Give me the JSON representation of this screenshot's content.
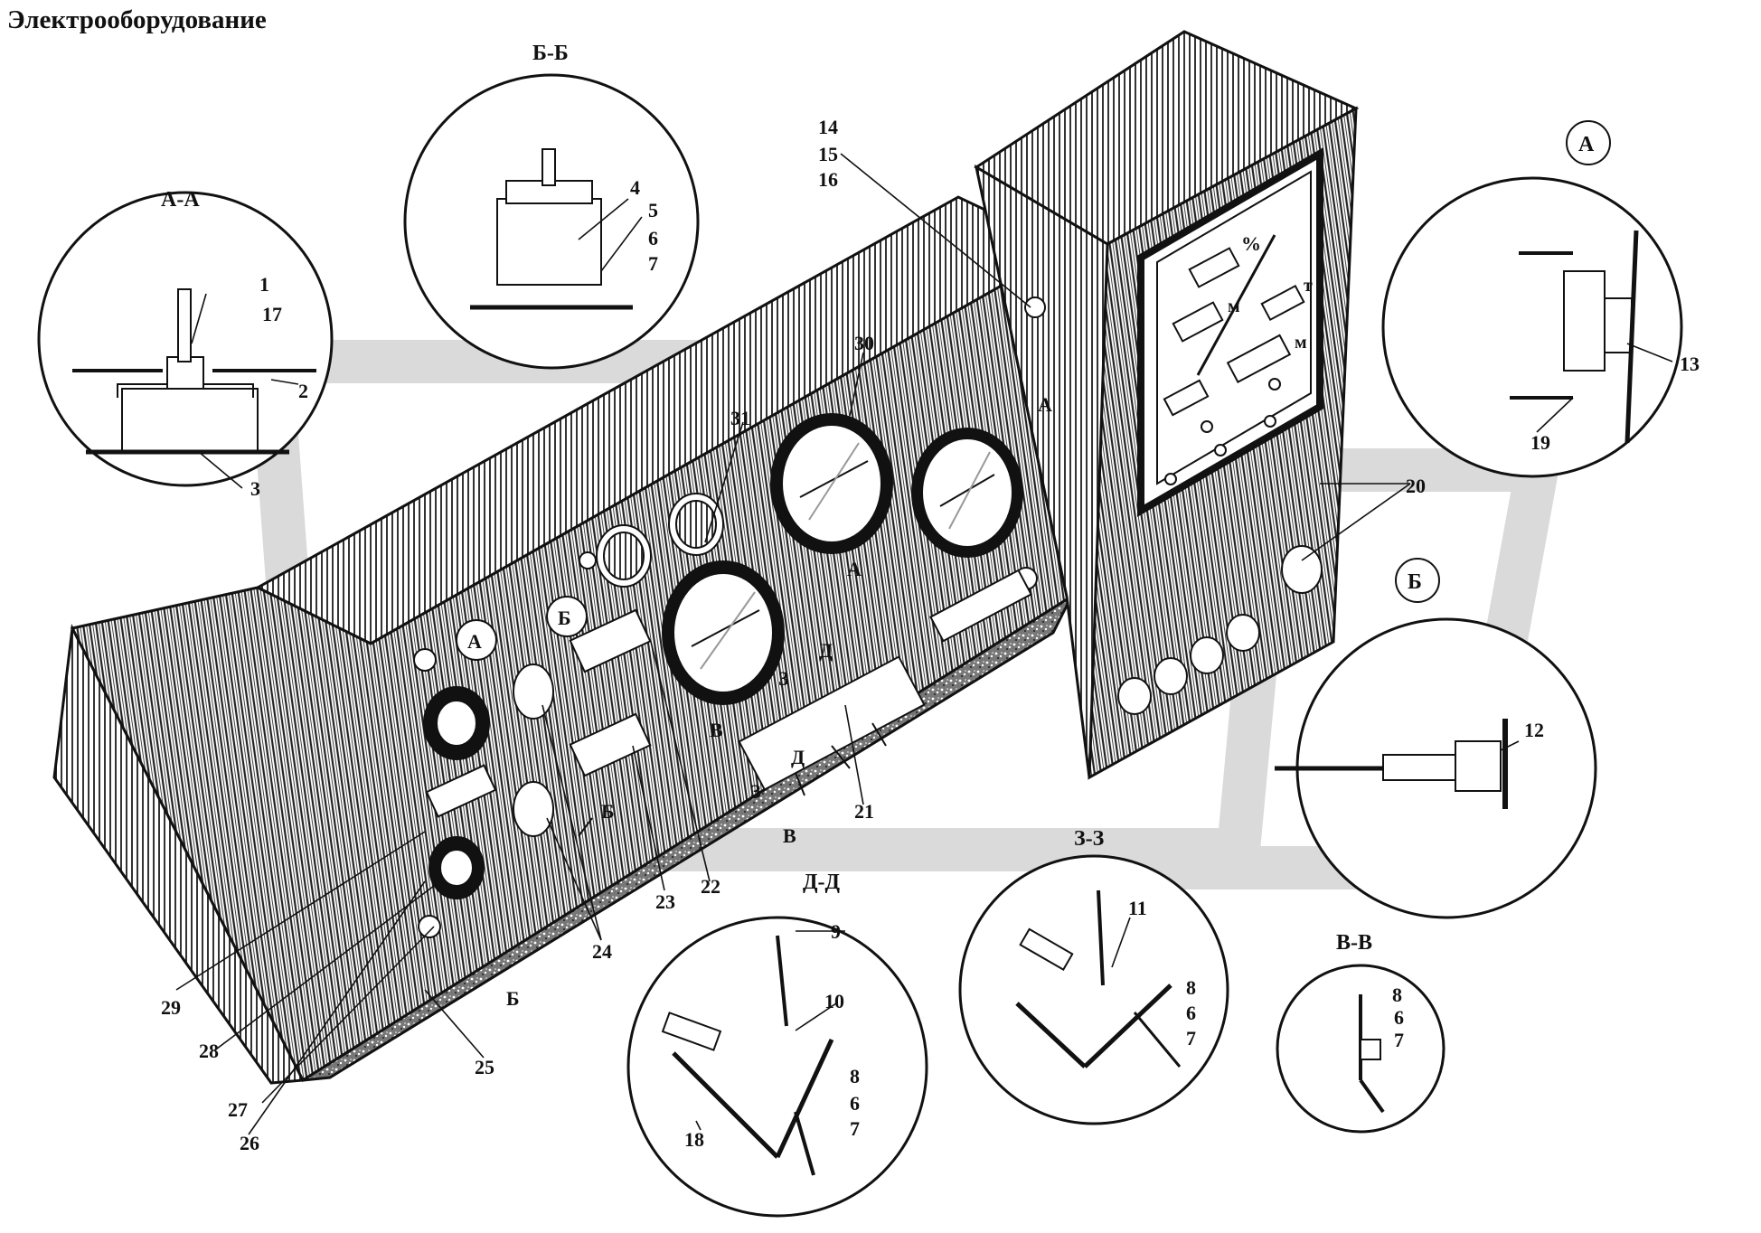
{
  "title": "Электрооборудование",
  "sections": {
    "aa": "А-А",
    "bb": "Б-Б",
    "vv": "В-В",
    "dd": "Д-Д",
    "zz": "З-З",
    "a_circle": "А",
    "b_circle": "Б"
  },
  "markers": {
    "a": "А",
    "b": "Б",
    "v": "В",
    "d": "Д",
    "z": "З"
  },
  "callouts": {
    "n1": "1",
    "n2": "2",
    "n3": "3",
    "n4": "4",
    "n5": "5",
    "n6": "6",
    "n7": "7",
    "n8": "8",
    "n9": "9",
    "n10": "10",
    "n11": "11",
    "n12": "12",
    "n13": "13",
    "n14": "14",
    "n15": "15",
    "n16": "16",
    "n17": "17",
    "n18": "18",
    "n19": "19",
    "n20": "20",
    "n21": "21",
    "n22": "22",
    "n23": "23",
    "n24": "24",
    "n25": "25",
    "n26": "26",
    "n27": "27",
    "n28": "28",
    "n29": "29",
    "n30": "30",
    "n31": "31"
  },
  "gauge_letters": {
    "percent": "%",
    "m1": "м",
    "t": "т",
    "m2": "м"
  },
  "colors": {
    "ink": "#111111",
    "watermark": "#d6d6d6",
    "paper": "#ffffff"
  }
}
